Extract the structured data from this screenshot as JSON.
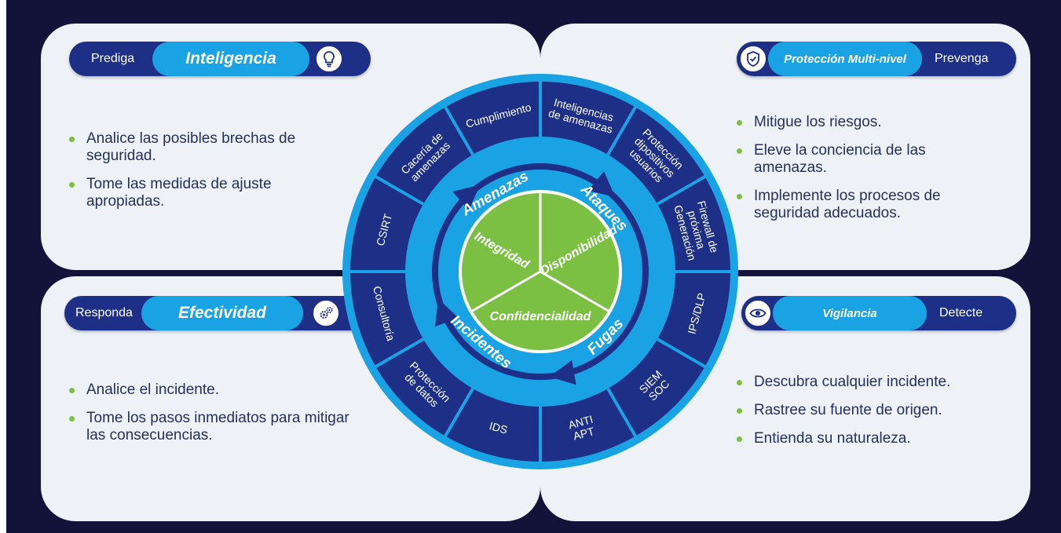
{
  "quadrants": {
    "top_left": {
      "side_label": "Prediga",
      "title": "Inteligencia",
      "icon": "lightbulb-icon",
      "bullets": [
        "Analice las posibles brechas de seguridad.",
        "Tome las medidas de ajuste apropiadas."
      ]
    },
    "top_right": {
      "side_label": "Prevenga",
      "title": "Protección Multi-nivel",
      "icon": "shield-check-icon",
      "bullets": [
        "Mitigue los riesgos.",
        "Eleve la conciencia de las amenazas.",
        "Implemente los procesos de seguridad adecuados."
      ]
    },
    "bottom_left": {
      "side_label": "Responda",
      "title": "Efectividad",
      "icon": "gears-icon",
      "bullets": [
        "Analice el incidente.",
        "Tome los pasos inmediatos para mitigar las consecuencias."
      ]
    },
    "bottom_right": {
      "side_label": "Detecte",
      "title": "Vigilancia",
      "icon": "eye-icon",
      "bullets": [
        "Descubra cualquier incidente.",
        "Rastree su fuente de origen.",
        "Entienda su naturaleza."
      ]
    }
  },
  "wheel": {
    "core": [
      "Integridad",
      "Disponibilidad",
      "Confidencialidad"
    ],
    "middle": [
      "Amenazas",
      "Ataques",
      "Fugas",
      "Incidentes"
    ],
    "outer": [
      [
        "Inteligencias",
        "de amenazas"
      ],
      [
        "Protección",
        "dipositivos",
        "usuarios"
      ],
      [
        "Firewall de",
        "próxima",
        "Generación"
      ],
      [
        "IPS/DLP"
      ],
      [
        "SIEM",
        "SOC"
      ],
      [
        "ANTI",
        "APT"
      ],
      [
        "IDS"
      ],
      [
        "Protección",
        "de datos"
      ],
      [
        "Consultoría"
      ],
      [
        "CSIRT"
      ],
      [
        "Cacería de",
        "amenazas"
      ],
      [
        "Cumplimiento"
      ]
    ]
  },
  "colors": {
    "background": "#12123a",
    "panel": "#eef2f7",
    "navy": "#1d2f86",
    "sky": "#1aa3e4",
    "green": "#7bc043",
    "text": "#25305d"
  }
}
